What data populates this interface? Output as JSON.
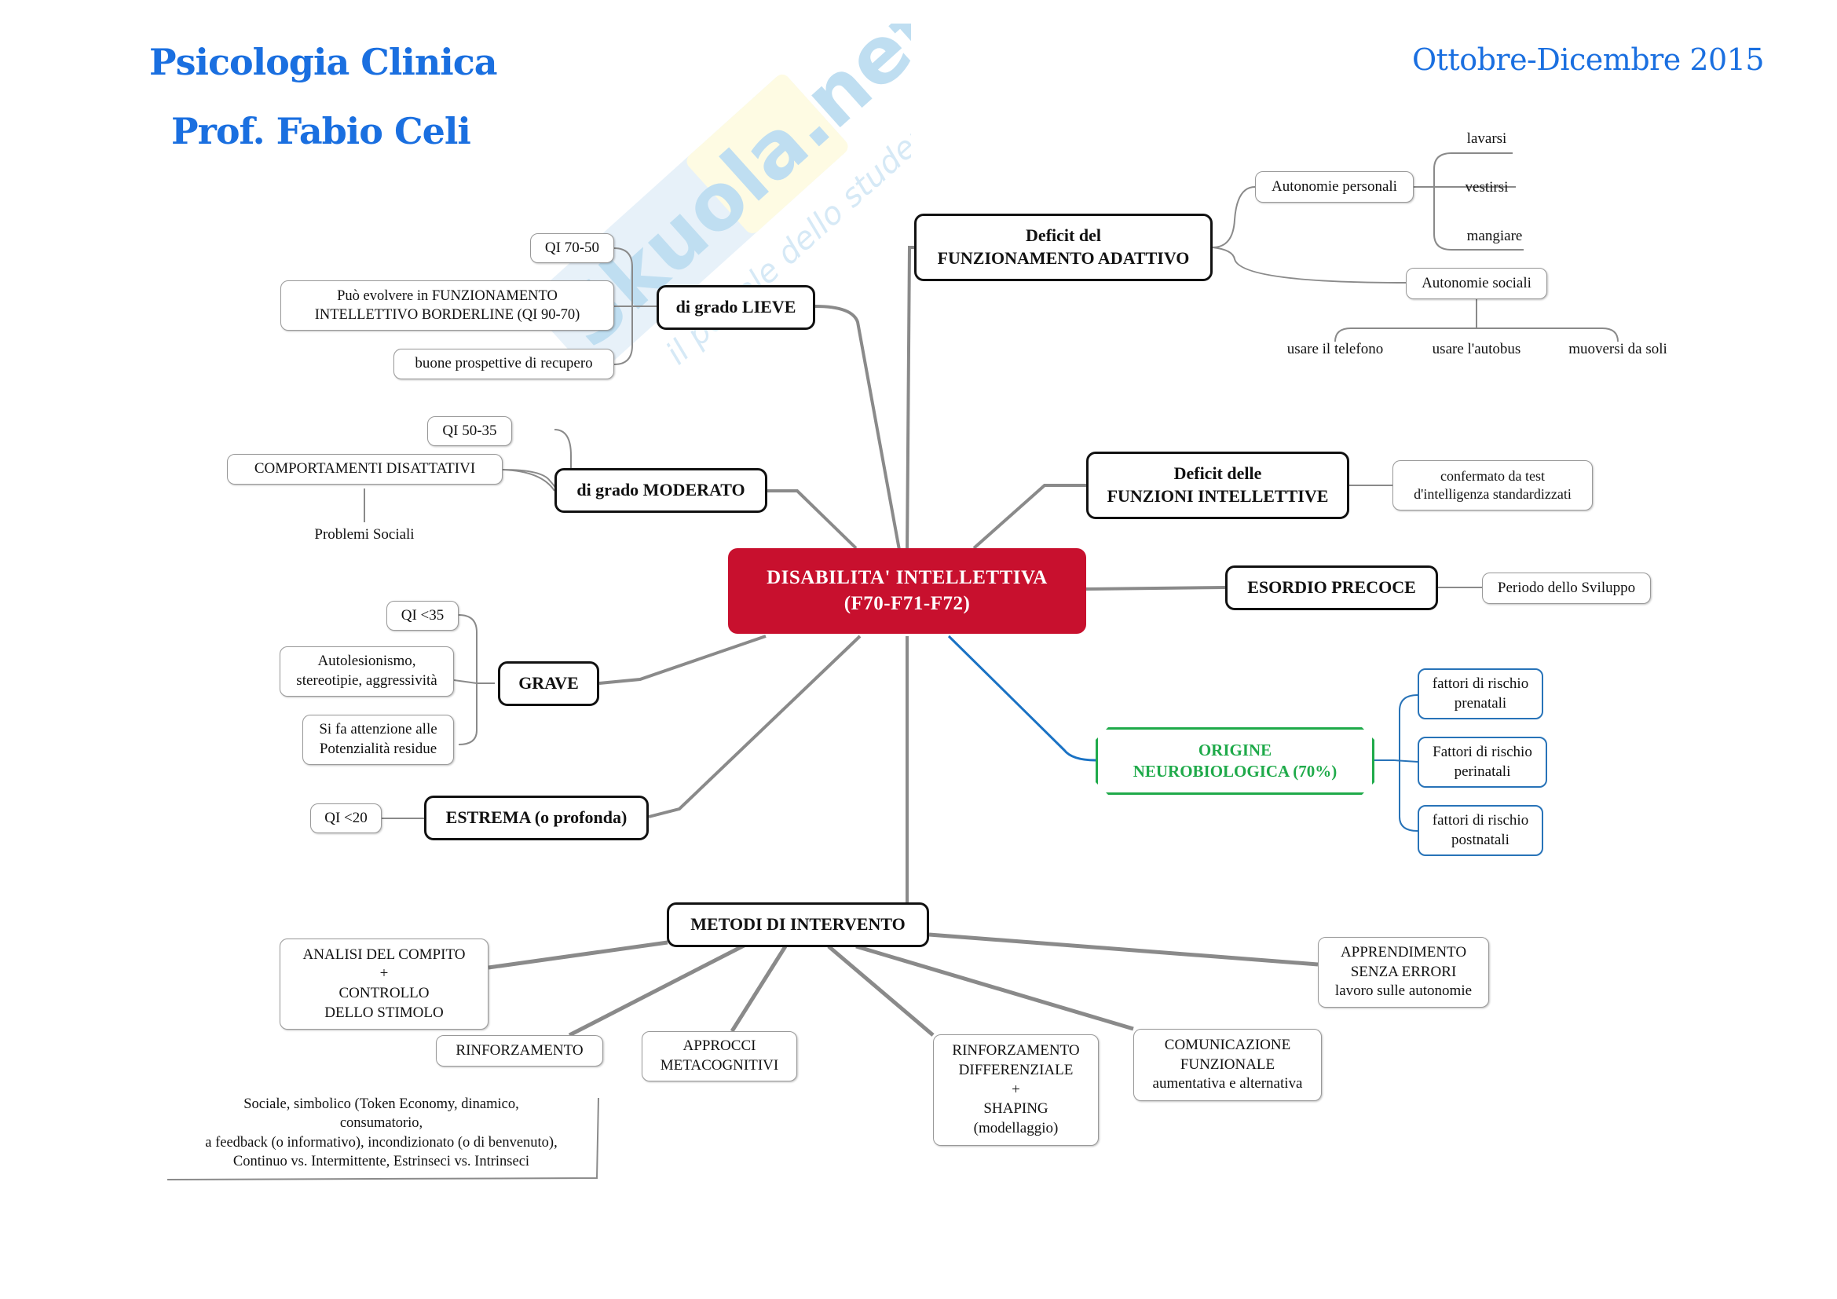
{
  "header": {
    "title": "Psicologia Clinica",
    "subtitle": "Prof. Fabio Celi",
    "period": "Ottobre-Dicembre 2015"
  },
  "watermark": {
    "brand": "Skuola.net",
    "tagline": "il portale dello studente"
  },
  "colors": {
    "header_blue": "#1a6fe0",
    "central_red": "#c8102e",
    "green_node": "#1faa4a",
    "blue_link": "#2873b8"
  },
  "mindmap": {
    "central": {
      "line1": "DISABILITA' INTELLETTIVA",
      "line2": "(F70-F71-F72)"
    },
    "adaptive": {
      "label": "Deficit del\nFUNZIONAMENTO ADATTIVO",
      "personal": {
        "label": "Autonomie personali",
        "items": [
          "lavarsi",
          "vestirsi",
          "mangiare"
        ]
      },
      "social": {
        "label": "Autonomie sociali",
        "items": [
          "usare il telefono",
          "usare l'autobus",
          "muoversi da soli"
        ]
      }
    },
    "intellectual": {
      "label": "Deficit delle\nFUNZIONI INTELLETTIVE",
      "detail": "confermato da test\nd'intelligenza standardizzati"
    },
    "onset": {
      "label": "ESORDIO PRECOCE",
      "detail": "Periodo dello Sviluppo"
    },
    "origin": {
      "label": "ORIGINE\nNEUROBIOLOGICA (70%)",
      "factors": [
        "fattori di rischio\nprenatali",
        "Fattori di rischio\nperinatali",
        "fattori di rischio\npostnatali"
      ]
    },
    "mild": {
      "label": "di grado LIEVE",
      "items": [
        "QI 70-50",
        "Può evolvere in FUNZIONAMENTO\nINTELLETTIVO BORDERLINE (QI 90-70)",
        "buone prospettive di recupero"
      ]
    },
    "moderate": {
      "label": "di grado MODERATO",
      "items": [
        "QI 50-35",
        "COMPORTAMENTI DISATTATIVI"
      ],
      "sub": "Problemi Sociali"
    },
    "severe": {
      "label": "GRAVE",
      "items": [
        "QI <35",
        "Autolesionismo,\nstereotipie, aggressività",
        "Si fa attenzione alle\nPotenzialità residue"
      ]
    },
    "extreme": {
      "label": "ESTREMA (o profonda)",
      "items": [
        "QI <20"
      ]
    },
    "methods": {
      "label": "METODI DI INTERVENTO",
      "task_analysis": "ANALISI DEL COMPITO\n+\nCONTROLLO\nDELLO STIMOLO",
      "reinforcement": "RINFORZAMENTO",
      "reinforcement_detail": "Sociale, simbolico (Token Economy, dinamico,\nconsumatorio,\na feedback (o informativo), incondizionato (o di benvenuto),\nContinuo vs. Intermittente, Estrinseci vs. Intrinseci",
      "metacognitive": "APPROCCI\nMETACOGNITIVI",
      "differential": "RINFORZAMENTO\nDIFFERENZIALE\n+\nSHAPING\n(modellaggio)",
      "communication": "COMUNICAZIONE\nFUNZIONALE\naumentativa e alternativa",
      "errorless": "APPRENDIMENTO\nSENZA ERRORI\nlavoro sulle autonomie"
    }
  }
}
